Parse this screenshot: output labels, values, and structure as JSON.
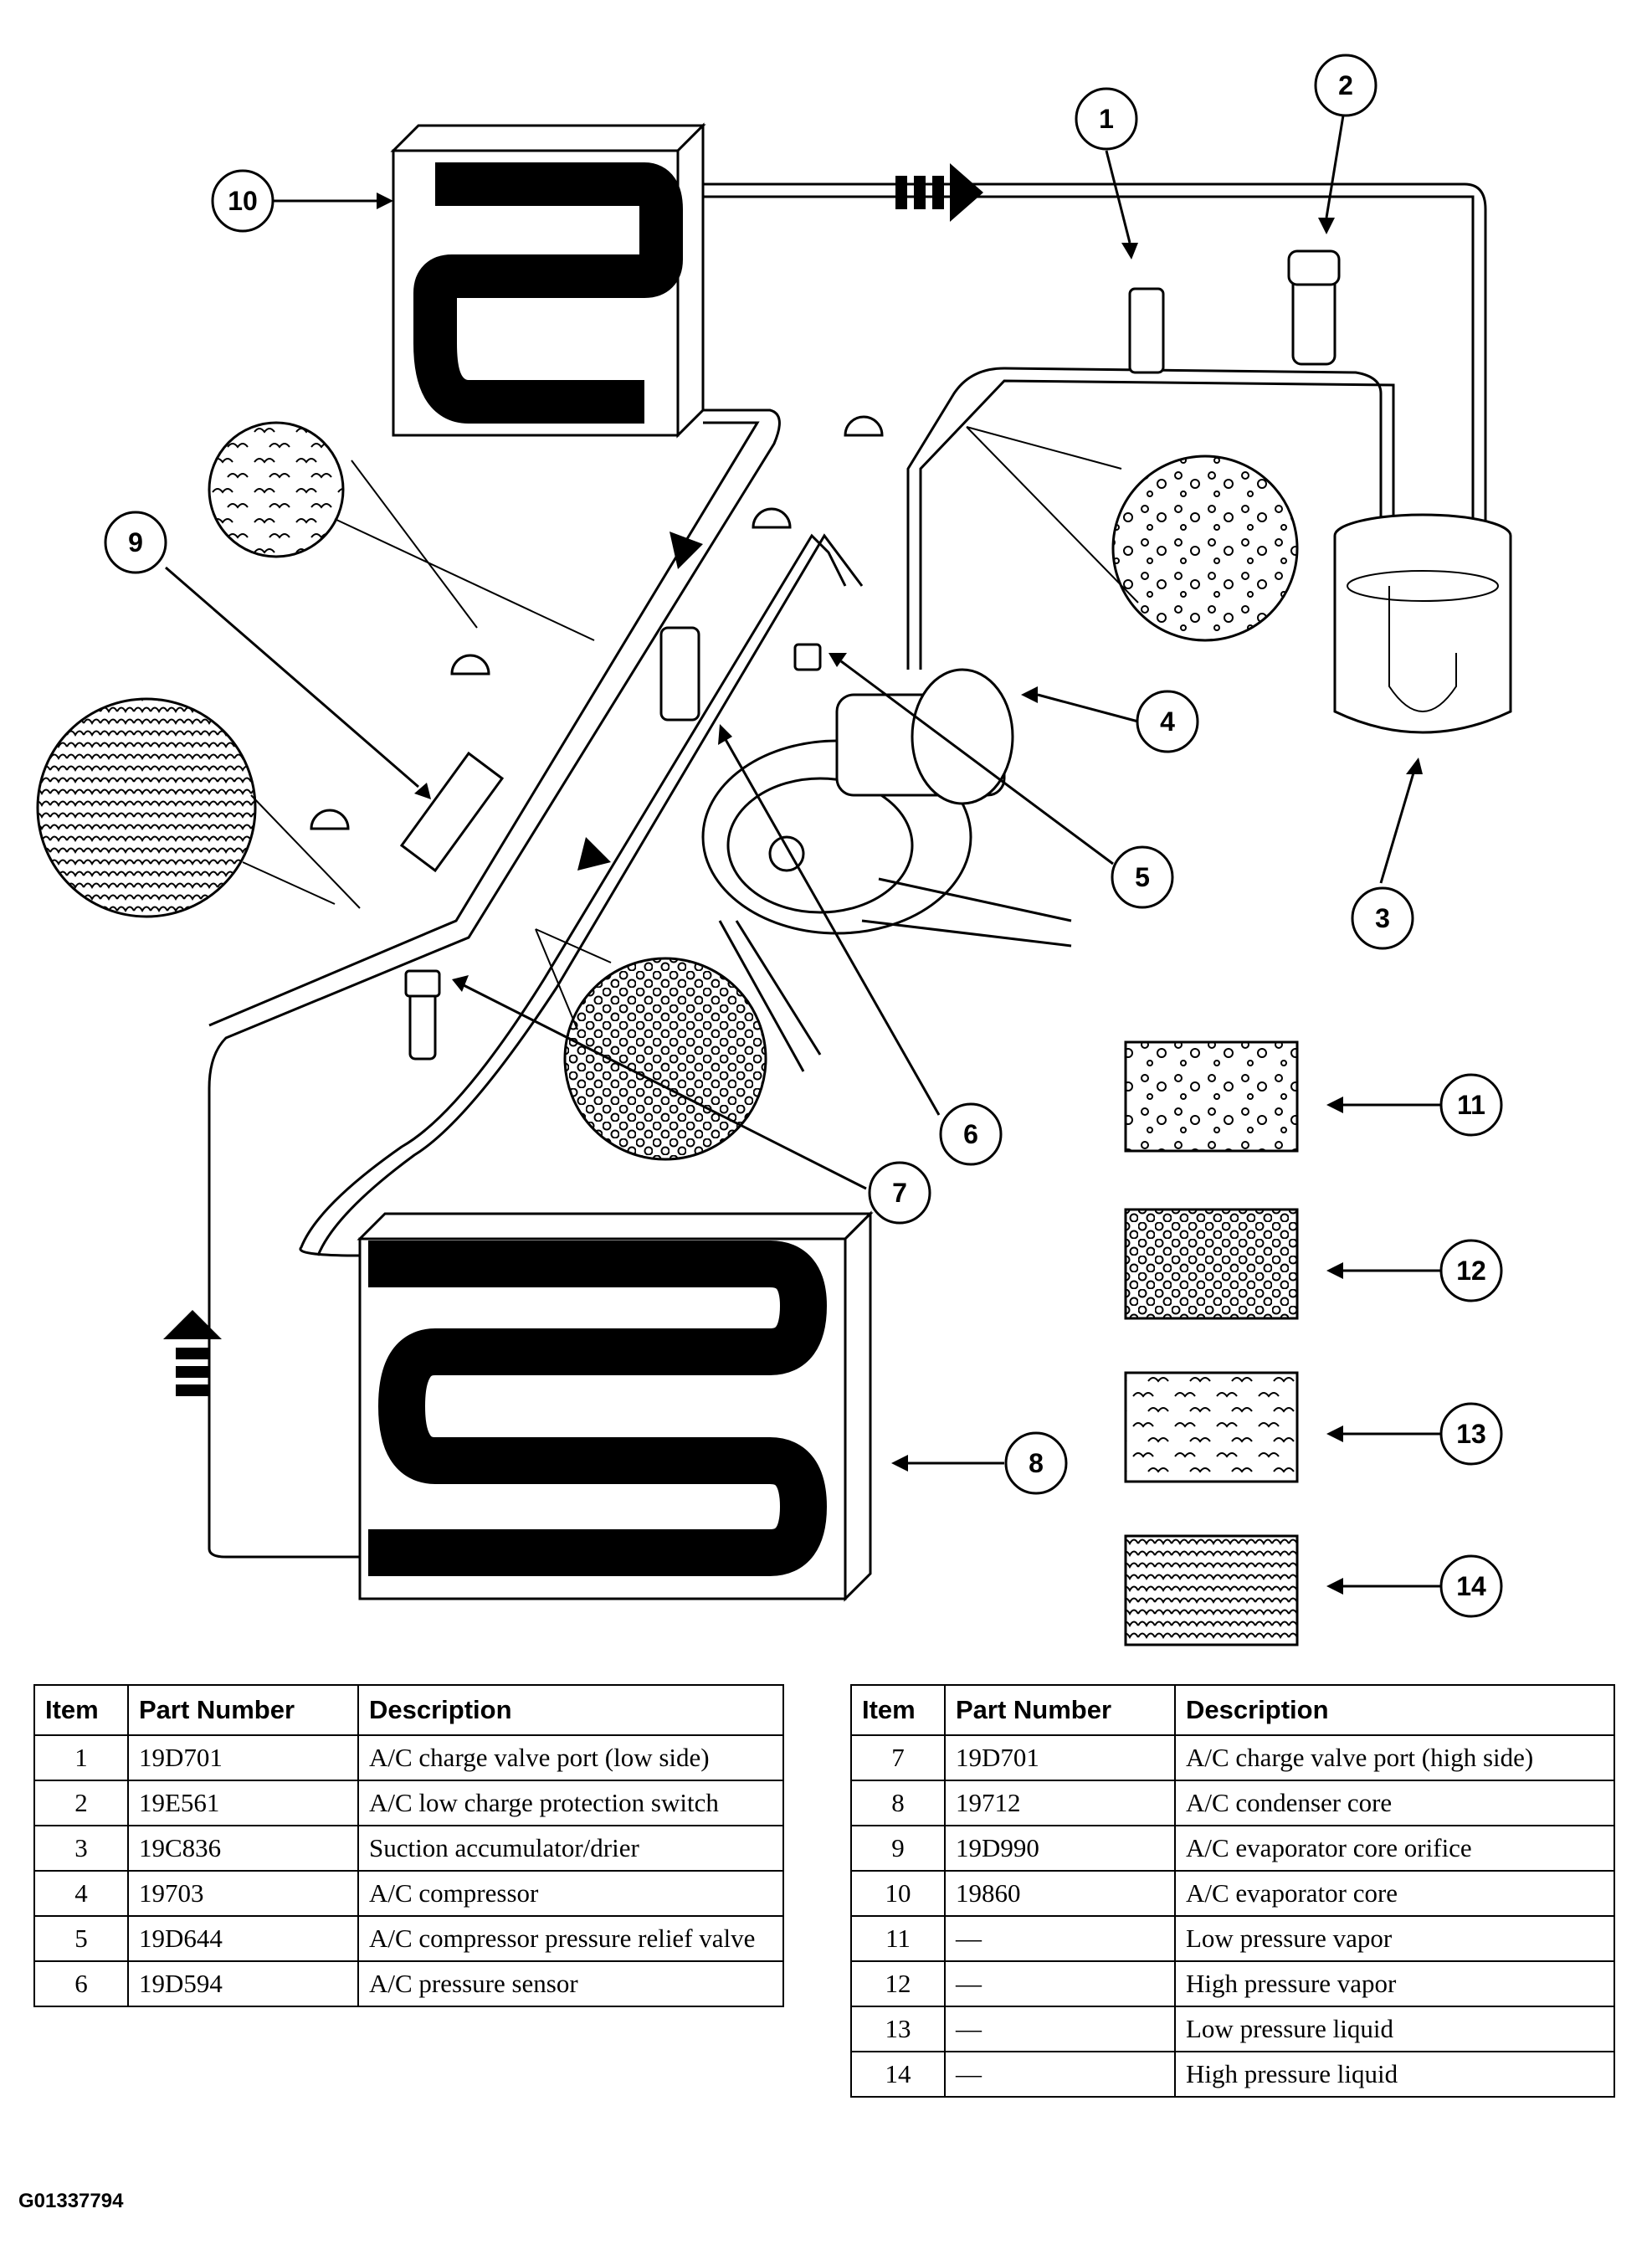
{
  "callouts": [
    "1",
    "2",
    "3",
    "4",
    "5",
    "6",
    "7",
    "8",
    "9",
    "10",
    "11",
    "12",
    "13",
    "14"
  ],
  "tables": {
    "headers": {
      "item": "Item",
      "part_number": "Part Number",
      "description": "Description"
    },
    "left": [
      {
        "item": "1",
        "part": "19D701",
        "desc": "A/C charge valve port (low side)"
      },
      {
        "item": "2",
        "part": "19E561",
        "desc": "A/C low charge protection switch"
      },
      {
        "item": "3",
        "part": "19C836",
        "desc": "Suction accumulator/drier"
      },
      {
        "item": "4",
        "part": "19703",
        "desc": "A/C compressor"
      },
      {
        "item": "5",
        "part": "19D644",
        "desc": "A/C compressor pressure relief valve"
      },
      {
        "item": "6",
        "part": "19D594",
        "desc": "A/C pressure sensor"
      }
    ],
    "right": [
      {
        "item": "7",
        "part": "19D701",
        "desc": "A/C charge valve port (high side)"
      },
      {
        "item": "8",
        "part": "19712",
        "desc": "A/C condenser core"
      },
      {
        "item": "9",
        "part": "19D990",
        "desc": "A/C evaporator core orifice"
      },
      {
        "item": "10",
        "part": "19860",
        "desc": "A/C evaporator core"
      },
      {
        "item": "11",
        "part": "—",
        "desc": "Low pressure vapor"
      },
      {
        "item": "12",
        "part": "—",
        "desc": "High pressure vapor"
      },
      {
        "item": "13",
        "part": "—",
        "desc": "Low pressure liquid"
      },
      {
        "item": "14",
        "part": "—",
        "desc": "High pressure liquid"
      }
    ]
  },
  "figure_id": "G01337794"
}
